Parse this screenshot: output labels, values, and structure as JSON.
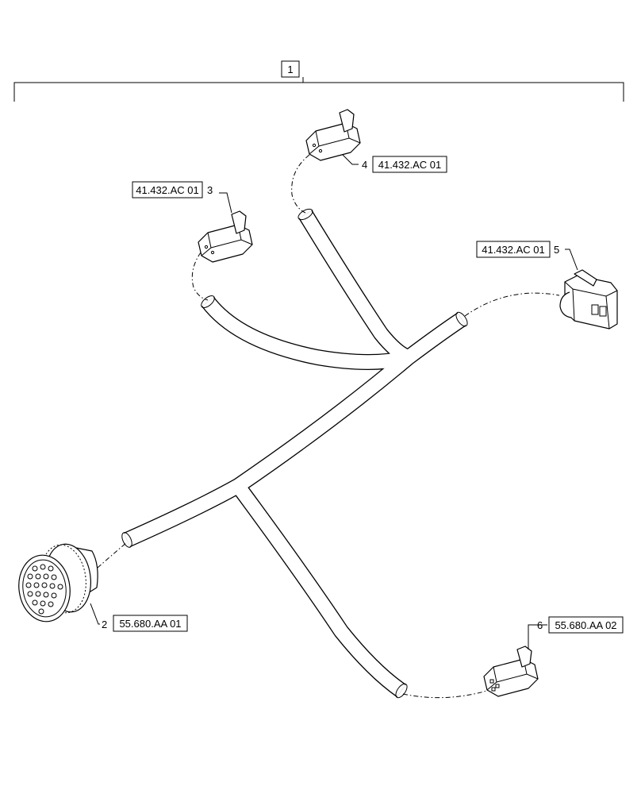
{
  "assembly": {
    "item_number": "1"
  },
  "callouts": [
    {
      "id": "2",
      "ref": "55.680.AA 01",
      "part": "round-connector"
    },
    {
      "id": "3",
      "ref": "41.432.AC 01",
      "part": "connector"
    },
    {
      "id": "4",
      "ref": "41.432.AC 01",
      "part": "connector"
    },
    {
      "id": "5",
      "ref": "41.432.AC 01",
      "part": "connector"
    },
    {
      "id": "6",
      "ref": "55.680.AA 02",
      "part": "connector"
    }
  ]
}
